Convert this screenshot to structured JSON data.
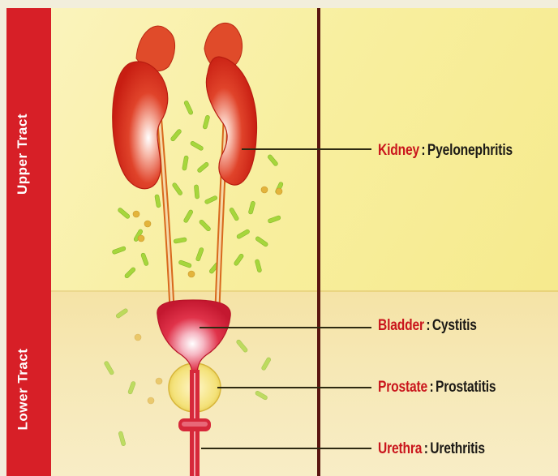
{
  "sidebar": {
    "upper_label": "Upper Tract",
    "lower_label": "Lower Tract"
  },
  "labels": [
    {
      "organ": "Kidney",
      "separator": ":",
      "disease": "Pyelonephritis"
    },
    {
      "organ": "Bladder",
      "separator": ":",
      "disease": "Cystitis"
    },
    {
      "organ": "Prostate",
      "separator": ":",
      "disease": "Prostatitis"
    },
    {
      "organ": "Urethra",
      "separator": ":",
      "disease": "Urethritis"
    }
  ],
  "colors": {
    "sidebar": "#d71f27",
    "organ_red": "#d62a20",
    "organ_label": "#c9151c",
    "text_dark": "#1c1a16",
    "bacteria_green": "#9fd23a",
    "coccus_gold": "#e6b23a",
    "upper_background": "#f8ef9f",
    "lower_background": "#f6e8b5",
    "divider": "#5a1510"
  }
}
